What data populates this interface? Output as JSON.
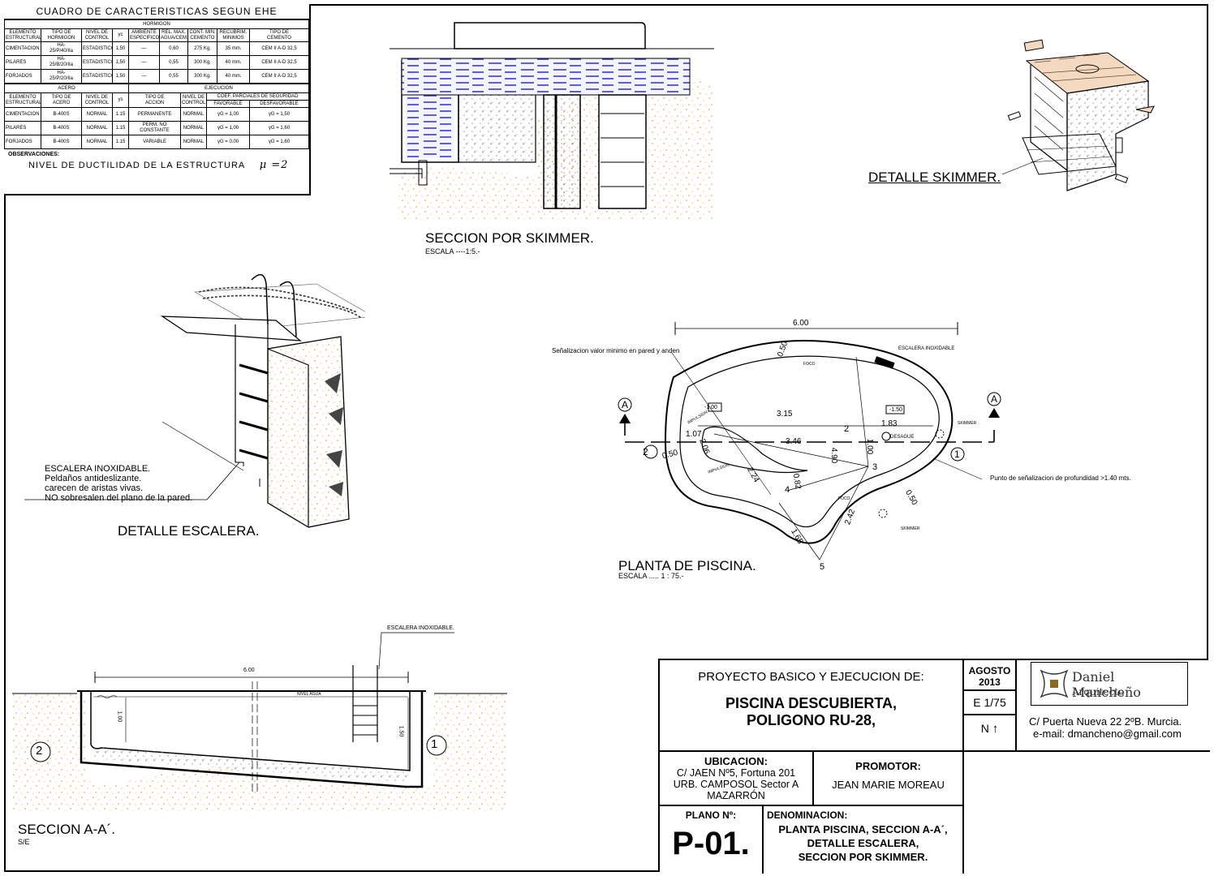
{
  "table": {
    "title": "CUADRO DE CARACTERISTICAS SEGUN EHE",
    "hormigon_title": "HORMIGON",
    "hormigon_headers": [
      "ELEMENTO\nESTRUCTURAL",
      "TIPO DE\nHORMIGON",
      "NIVEL DE\nCONTROL",
      "γc",
      "AMBIENTE\nESPECIFICO",
      "REL. MAX.\nAGUA/CEM.",
      "CONT. MIN.\nCEMENTO",
      "RECUBRIM.\nMINIMOS",
      "TIPO DE\nCEMENTO"
    ],
    "hormigon_rows": [
      [
        "CIMENTACION",
        "HA-\n25/P/40/IIa",
        "ESTADISTICO",
        "1,50",
        "—",
        "0,60",
        "275 Kg.",
        "35 mm.",
        "CEM II A-D 32,5"
      ],
      [
        "PILARES",
        "HA-\n25/B/20/IIa",
        "ESTADISTICO",
        "1,50",
        "—",
        "0,55",
        "300 Kg.",
        "40 mm.",
        "CEM II A-D 32,5"
      ],
      [
        "FORJADOS",
        "HA-\n25/P/20/IIa",
        "ESTADISTICO",
        "1,50",
        "—",
        "0,55",
        "300 Kg.",
        "40 mm.",
        "CEM II A-D 32,5"
      ]
    ],
    "acero_title": "ACERO",
    "ejecucion_title": "EJECUCION",
    "coef_title": "COEF. PARCIALES DE SEGURIDAD",
    "acero_headers": [
      "ELEMENTO\nESTRUCTURAL",
      "TIPO DE\nACERO",
      "NIVEL DE\nCONTROL",
      "γs",
      "TIPO DE\nACCION",
      "NIVEL DE\nCONTROL",
      "FAVORABLE",
      "DESFAVORABLE"
    ],
    "acero_rows": [
      [
        "CIMENTACION",
        "B-400S",
        "NORMAL",
        "1.15",
        "PERMANENTE",
        "NORMAL",
        "γG = 1,00",
        "γG = 1,50"
      ],
      [
        "PILARES",
        "B-400S",
        "NORMAL",
        "1.15",
        "PERM. NO CONSTANTE",
        "NORMAL",
        "γG = 1,00",
        "γG = 1,60"
      ],
      [
        "FORJADOS",
        "B-400S",
        "NORMAL",
        "1.15",
        "VARIABLE",
        "NORMAL",
        "γG = 0,00",
        "γG = 1,60"
      ]
    ],
    "observaciones_label": "OBSERVACIONES:",
    "observaciones_text": "NIVEL DE DUCTILIDAD DE LA ESTRUCTURA",
    "ductility": "μ =2"
  },
  "skimmer_section": {
    "title": "SECCION POR SKIMMER.",
    "scale": "ESCALA ----1:5.-"
  },
  "skimmer_detail": {
    "title": "DETALLE SKIMMER."
  },
  "ladder_detail": {
    "title": "DETALLE ESCALERA.",
    "note_lines": [
      "ESCALERA INOXIDABLE.",
      "Peldaños antideslizante.",
      "carecen de aristas vivas.",
      "NO sobresalen del plano de la pared."
    ]
  },
  "plan": {
    "title": "PLANTA DE PISCINA.",
    "scale": "ESCALA ..... 1 : 75.-",
    "dim_total": "6.00",
    "dim_315": "3.15",
    "dim_183": "1.83",
    "dim_346": "3.46",
    "dim_490": "4.90",
    "dim_100": "1.00",
    "dim_050_top": "0.50",
    "dim_050_left": "0.50",
    "dim_050_right": "0.50",
    "dim_107": "1.07",
    "dim_206": "2.06",
    "dim_224": "2.24",
    "dim_082": "0.82",
    "dim_242": "2.42",
    "dim_165": "1.65",
    "level_100": "-1.00",
    "level_150": "-1.50",
    "section_mark": "A",
    "points": [
      "1",
      "2",
      "3",
      "4",
      "5"
    ],
    "label_senal_pared": "Señalizacion valor minimo en pared y anden",
    "label_escalera": "ESCALERA INOXIDABLE",
    "label_foco": "FOCO",
    "label_foco2": "FOCO",
    "label_desague": "DESAGUE",
    "label_skimmer_1": "SKIMMER",
    "label_skimmer_2": "SKIMMER",
    "label_impulsion_1": "IMPULSION",
    "label_impulsion_2": "IMPULSION",
    "label_punto": "Punto de señalizacion de profundidad >1.40 mts."
  },
  "section_aa": {
    "title": "SECCION  A-A´.",
    "scale": "S/E",
    "dim_top": "6.00",
    "dim_100": "1.00",
    "dim_150": "1.50",
    "nivel_agua": "NIVEL AGUA",
    "escalera": "ESCALERA INOXIDABLE.",
    "point_1": "1",
    "point_2": "2"
  },
  "title_block": {
    "proyecto_label": "PROYECTO BASICO Y EJECUCION DE:",
    "project_line1": "PISCINA DESCUBIERTA,",
    "project_line2": "POLIGONO RU-28,",
    "date_line1": "AGOSTO",
    "date_line2": "2013",
    "scale": "E 1/75",
    "north": "N",
    "architect_name": "Daniel Mancheño",
    "architect_title": "Arquitecto",
    "address": "C/ Puerta Nueva 22 2ºB. Murcia.",
    "email": "e-mail: dmancheno@gmail.com",
    "ubicacion_label": "UBICACION:",
    "ubicacion_lines": [
      "C/ JAEN Nº5, Fortuna 201",
      "URB. CAMPOSOL Sector A",
      "MAZARRÓN"
    ],
    "promotor_label": "PROMOTOR:",
    "promotor": "JEAN MARIE MOREAU",
    "plano_label": "PLANO Nº:",
    "plano": "P-01.",
    "denominacion_label": "DENOMINACION:",
    "denominacion_lines": [
      "PLANTA PISCINA, SECCION A-A´,",
      "DETALLE ESCALERA,",
      "SECCION POR SKIMMER."
    ]
  }
}
